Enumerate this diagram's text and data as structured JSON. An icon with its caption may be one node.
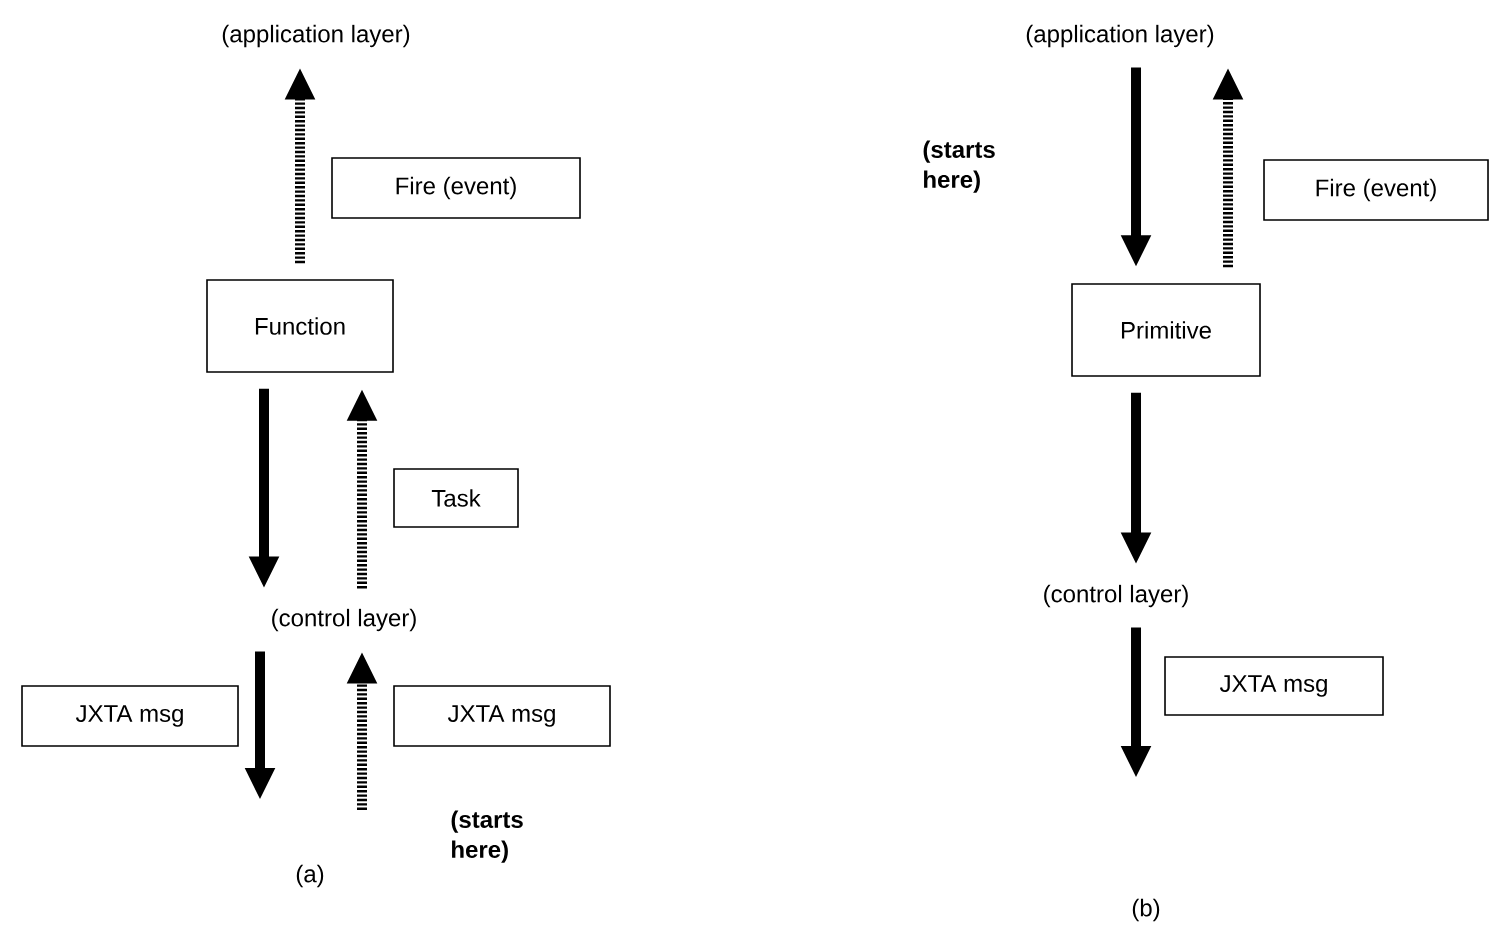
{
  "diagram": {
    "nodes": [
      {
        "text": [
          "(application layer)"
        ]
      },
      {
        "text": [
          "Fire (event)"
        ]
      },
      {
        "text": [
          "Function"
        ]
      },
      {
        "text": [
          "Task"
        ]
      },
      {
        "text": [
          "(control layer)"
        ]
      },
      {
        "text": [
          "JXTA msg"
        ]
      },
      {
        "text": [
          "JXTA msg"
        ]
      },
      {
        "text": [
          "(application layer)"
        ]
      },
      {
        "text": [
          "Fire (event)"
        ]
      },
      {
        "text": [
          "Primitive"
        ]
      },
      {
        "text": [
          "(control layer)"
        ]
      },
      {
        "text": [
          "JXTA msg"
        ]
      }
    ],
    "edges": [
      {
        "from": 2,
        "to": 0,
        "arrow": "to",
        "style": "dashed"
      },
      {
        "from": 2,
        "to": 4,
        "arrow": "to"
      },
      {
        "from": 4,
        "to": 2,
        "arrow": "to",
        "style": "dashed"
      },
      {
        "from": 4,
        "to": null,
        "arrow": "to"
      },
      {
        "from": null,
        "to": 4,
        "arrow": "to",
        "style": "dashed"
      },
      {
        "from": 7,
        "to": 9,
        "arrow": "to"
      },
      {
        "from": 9,
        "to": 7,
        "arrow": "to",
        "style": "dashed"
      },
      {
        "from": 9,
        "to": 10,
        "arrow": "to"
      },
      {
        "from": 10,
        "to": null,
        "arrow": "to"
      }
    ],
    "labels": [
      "(starts here)",
      "(a)",
      "(starts here)",
      "(b)"
    ]
  }
}
